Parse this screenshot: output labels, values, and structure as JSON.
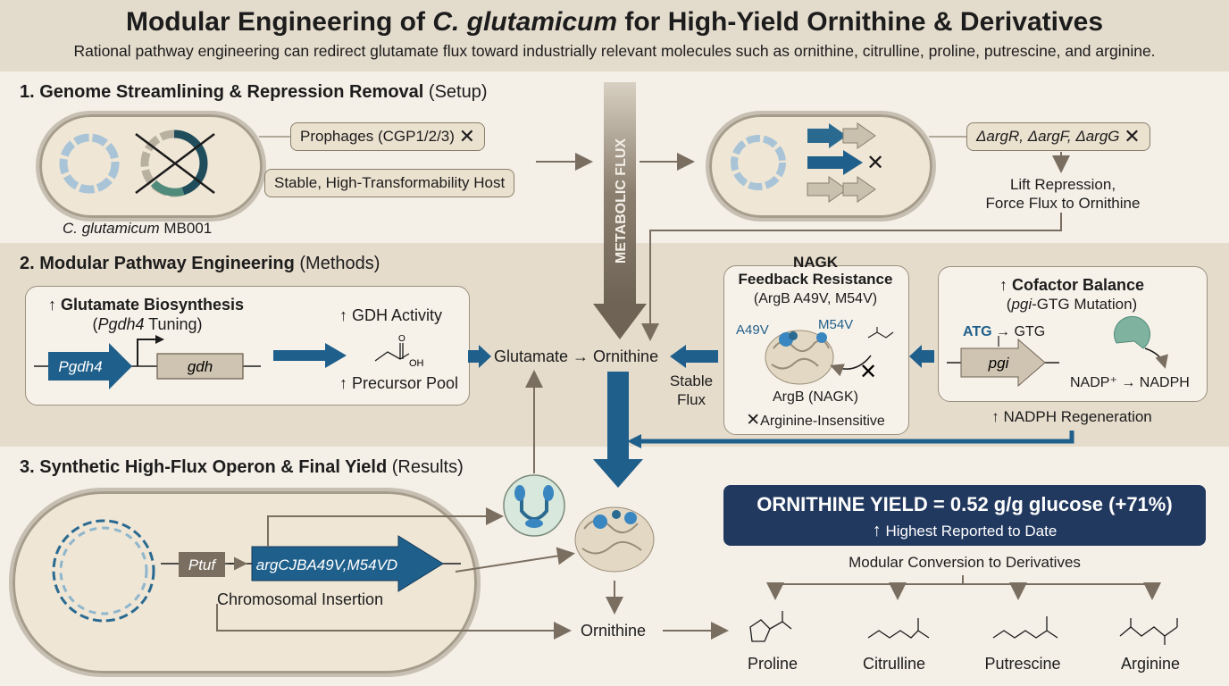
{
  "header": {
    "title_pre": "Modular Engineering of ",
    "title_em": "C. glutamicum",
    "title_post": " for High-Yield Ornithine & Derivatives",
    "subtitle": "Rational pathway engineering can redirect glutamate flux toward industrially relevant molecules such as ornithine, citrulline, proline, putrescine, and arginine."
  },
  "section1": {
    "heading_bold": "1. Genome Streamlining & Repression Removal",
    "heading_rest": " (Setup)",
    "prophages": "Prophages (CGP1/2/3)",
    "host": "Stable, High-Transformability Host",
    "strain_em": "C. glutamicum",
    "strain_rest": " MB001",
    "deletions": "ΔargR, ΔargF, ΔargG",
    "lift_line1": "Lift Repression,",
    "lift_line2": "Force Flux to Ornithine"
  },
  "flux": {
    "label": "METABOLIC FLUX"
  },
  "section2": {
    "heading_bold": "2. Modular Pathway Engineering",
    "heading_rest": " (Methods)",
    "glu_title": "↑ Glutamate Biosynthesis",
    "glu_sub_pre": "(",
    "glu_sub_em": "Pgdh4",
    "glu_sub_post": " Tuning)",
    "promoter": "Pgdh4",
    "gene": "gdh",
    "gdh_activity": "↑ GDH Activity",
    "precursor_pool": "↑ Precursor Pool",
    "oh": "OH",
    "glu_orn": "Glutamate → Ornithine",
    "stable_flux_1": "Stable",
    "stable_flux_2": "Flux",
    "nagk_1": "NAGK",
    "nagk_2": "Feedback Resistance",
    "nagk_3": "(ArgB A49V, M54V)",
    "a49v": "A49V",
    "m54v": "M54V",
    "argb": "ArgB (NAGK)",
    "arg_insens": "Arginine-Insensitive",
    "cof_title": "↑ Cofactor Balance",
    "cof_sub_pre": "(",
    "cof_sub_em": "pgi",
    "cof_sub_post": "-GTG Mutation)",
    "atg": "ATG",
    "gtg": "→ GTG",
    "pgi": "pgi",
    "nadp": "NADP⁺ → NADPH",
    "nadph_regen": "↑ NADPH Regeneration"
  },
  "section3": {
    "heading_bold": "3. Synthetic High-Flux Operon & Final Yield",
    "heading_rest": " (Results)",
    "ptuf": "Ptuf",
    "operon": "argCJBA49V,M54VD",
    "chrom": "Chromosomal Insertion",
    "ornithine": "Ornithine",
    "yield_main": "ORNITHINE YIELD = 0.52 g/g glucose (+71%)",
    "yield_sub": "Highest Reported to Date",
    "modular": "Modular Conversion to Derivatives",
    "derivatives": [
      "Proline",
      "Citrulline",
      "Putrescine",
      "Arginine"
    ]
  },
  "colors": {
    "accent_blue": "#1f5f8b",
    "dark_navy": "#21385f",
    "flux_brown": "#7a6e60",
    "tan": "#ebe1cf"
  }
}
